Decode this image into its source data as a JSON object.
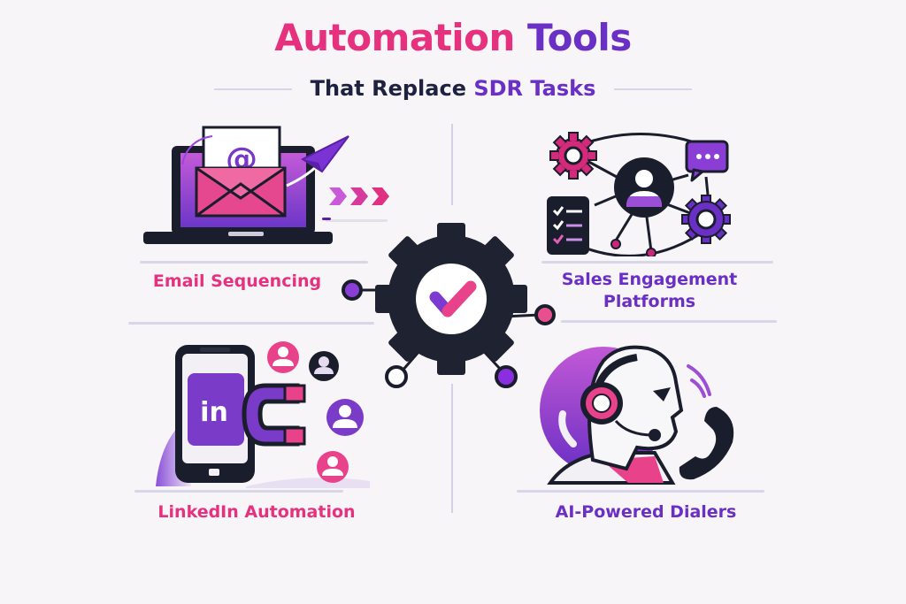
{
  "header": {
    "title_part1": "Automation",
    "title_part2": "Tools",
    "subtitle_part1": "That Replace",
    "subtitle_part2": "SDR Tasks"
  },
  "quadrants": [
    {
      "id": "email-sequencing",
      "label": "Email Sequencing",
      "icon": "laptop-email-icon",
      "color": "#e6317f"
    },
    {
      "id": "sales-engagement",
      "label_line1": "Sales Engagement",
      "label_line2": "Platforms",
      "icon": "network-hub-icon",
      "color": "#6a2fc4"
    },
    {
      "id": "linkedin-automation",
      "label": "LinkedIn Automation",
      "icon": "phone-magnet-icon",
      "color": "#e6317f"
    },
    {
      "id": "ai-dialers",
      "label": "AI-Powered Dialers",
      "icon": "robot-headset-icon",
      "color": "#6a2fc4"
    }
  ],
  "center": {
    "icon": "gear-check-icon"
  },
  "email_icon": {
    "glyph": "@"
  },
  "linkedin_icon": {
    "glyph": "in"
  },
  "colors": {
    "pink": "#e6317f",
    "purple": "#6a2fc4",
    "dark": "#1a1d2b",
    "background": "#f7f5f7",
    "rule": "#d9d7e7"
  }
}
